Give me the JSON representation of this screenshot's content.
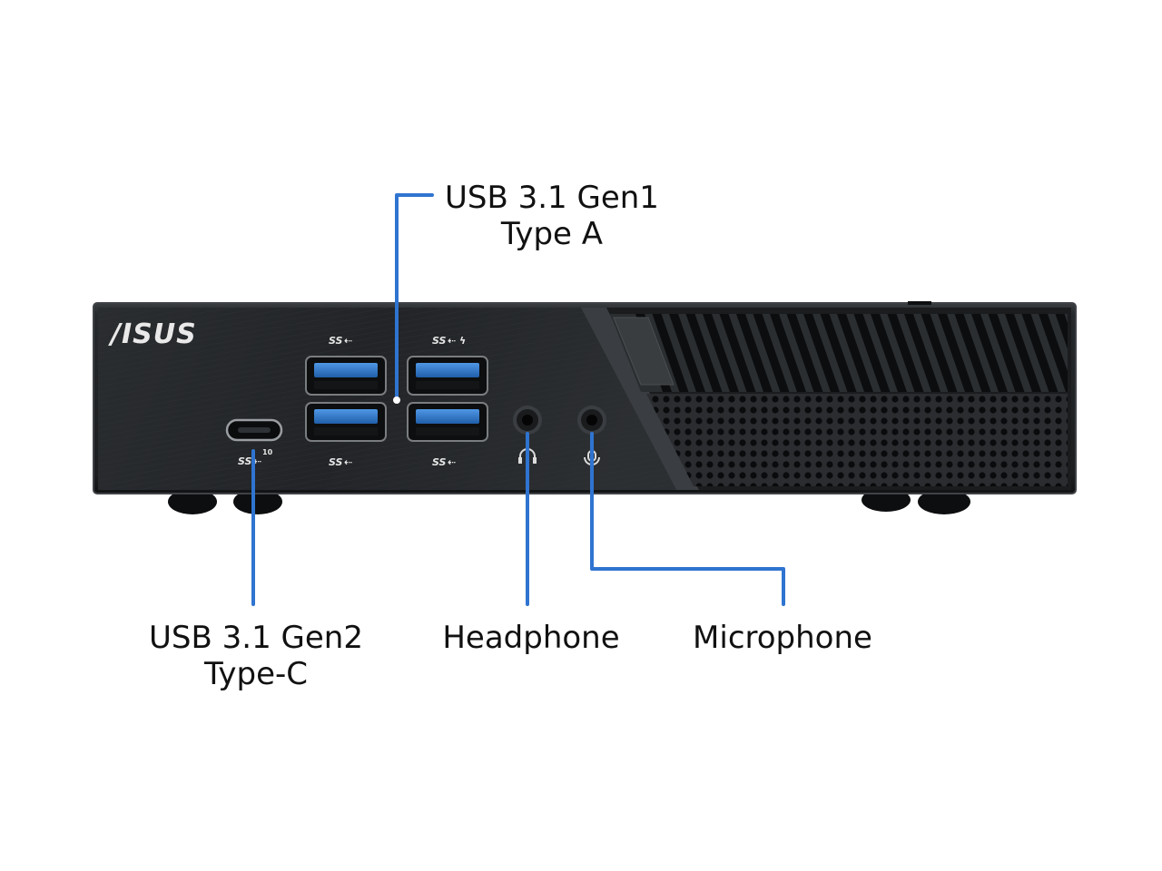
{
  "device": {
    "brand_logo": "/ISUS",
    "port_markings": {
      "usb_a_top_left": "SS",
      "usb_a_top_right": "SS",
      "usb_a_bottom_left": "SS",
      "usb_a_bottom_right": "SS",
      "usb_c": "SS",
      "usb_c_superscript": "10"
    }
  },
  "callouts": {
    "usb_a": {
      "line1": "USB 3.1 Gen1",
      "line2": "Type A"
    },
    "usb_c": {
      "line1": "USB 3.1 Gen2",
      "line2": "Type-C"
    },
    "headphone": {
      "line1": "Headphone"
    },
    "microphone": {
      "line1": "Microphone"
    }
  },
  "colors": {
    "chassis": "#1e2022",
    "chassis_edge": "#34373a",
    "vent_hole": "#0c0d0e",
    "usb_blue": "#2f78c9",
    "callout_line": "#2f74d0",
    "label_text": "#111111"
  }
}
